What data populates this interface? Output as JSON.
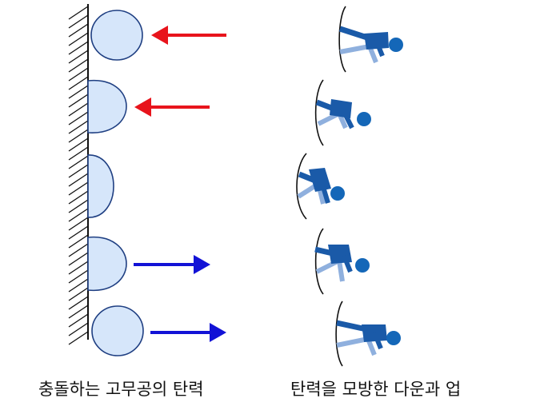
{
  "captions": {
    "left": "충돌하는 고무공의 탄력",
    "right": "탄력을 모방한 다운과 업"
  },
  "colors": {
    "ball_fill": "#d6e6fa",
    "ball_stroke": "#1f3f82",
    "arrow_in": "#e8141c",
    "arrow_out": "#1212d6",
    "figure_dark": "#1a5aa8",
    "figure_light": "#8fb0de",
    "figure_head": "#1467b8",
    "wall": "#111111"
  },
  "ball_stages": [
    {
      "shape": "round",
      "arrow": "in"
    },
    {
      "shape": "squashed",
      "arrow": "in"
    },
    {
      "shape": "flat",
      "arrow": "none"
    },
    {
      "shape": "squashed",
      "arrow": "out"
    },
    {
      "shape": "round",
      "arrow": "out"
    }
  ],
  "figure_stages": [
    {
      "pose": "extended"
    },
    {
      "pose": "bending"
    },
    {
      "pose": "compressed"
    },
    {
      "pose": "bending"
    },
    {
      "pose": "extended"
    }
  ]
}
